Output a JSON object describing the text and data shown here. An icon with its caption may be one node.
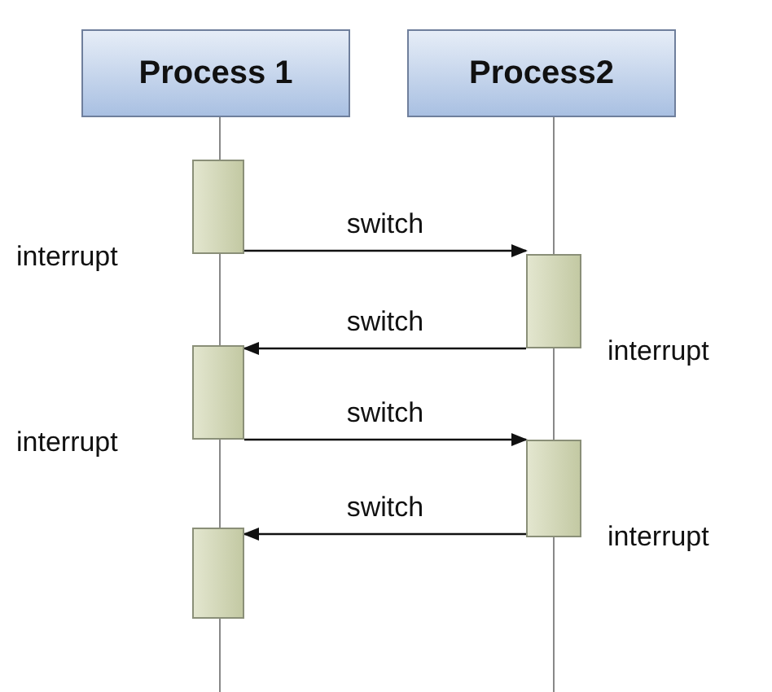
{
  "diagram": {
    "nodes": [
      {
        "text": [
          "Process 1"
        ]
      },
      {
        "text": [
          "Process2"
        ]
      },
      {
        "text": [],
        "shape": "bar",
        "beside": [
          "interrupt"
        ]
      },
      {
        "text": [],
        "shape": "bar",
        "beside": [
          "interrupt"
        ]
      },
      {
        "text": [],
        "shape": "bar",
        "beside": [
          "interrupt"
        ]
      },
      {
        "text": [],
        "shape": "bar",
        "beside": [
          "interrupt"
        ]
      },
      {
        "text": [],
        "shape": "bar"
      }
    ],
    "edges": [
      {
        "from": 2,
        "to": 3,
        "arrow": "to",
        "label": "switch"
      },
      {
        "from": 3,
        "to": 4,
        "arrow": "to",
        "label": "switch"
      },
      {
        "from": 4,
        "to": 5,
        "arrow": "to",
        "label": "switch"
      },
      {
        "from": 5,
        "to": 6,
        "arrow": "to",
        "label": "switch"
      }
    ]
  }
}
